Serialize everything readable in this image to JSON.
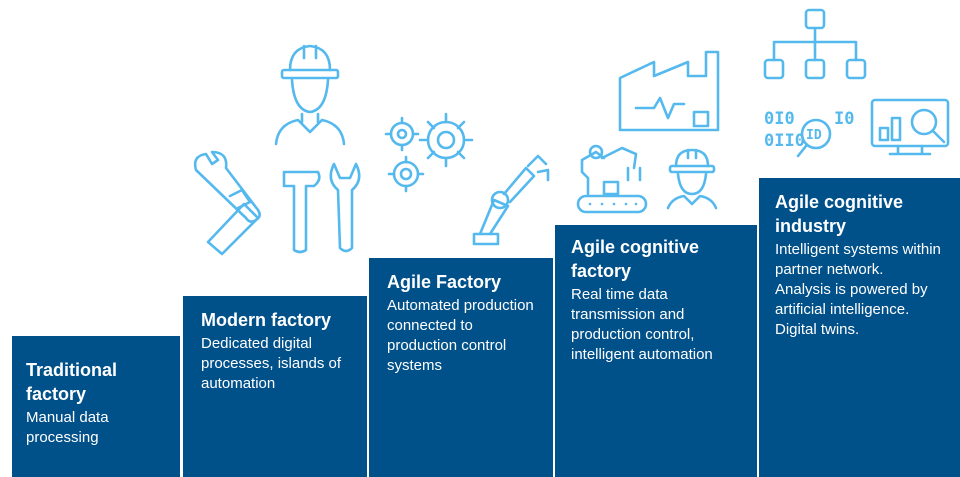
{
  "steps": [
    {
      "title": "Traditional factory",
      "description": "Manual data processing"
    },
    {
      "title": "Modern factory",
      "description": "Dedicated digital processes, islands of automation"
    },
    {
      "title": "Agile Factory",
      "description": "Automated production connected to production control systems"
    },
    {
      "title": "Agile cognitive factory",
      "description": "Real time data transmission and production control, intelligent automation"
    },
    {
      "title": "Agile cognitive industry",
      "description": "Intelligent systems within partner network. Analysis is powered by artificial intelligence. Digital twins."
    }
  ],
  "binary": {
    "row1": "0I0",
    "row2": "I0",
    "row3": "0II0",
    "center": "ID"
  },
  "colors": {
    "step_fill": "#00508a",
    "icon_stroke": "#55b9ee",
    "text": "#ffffff"
  },
  "icons": [
    "worker-icon",
    "tools-icon",
    "gears-icon",
    "robot-arm-icon",
    "factory-icon",
    "org-chart-icon",
    "binary-data-icon",
    "analytics-icon"
  ]
}
